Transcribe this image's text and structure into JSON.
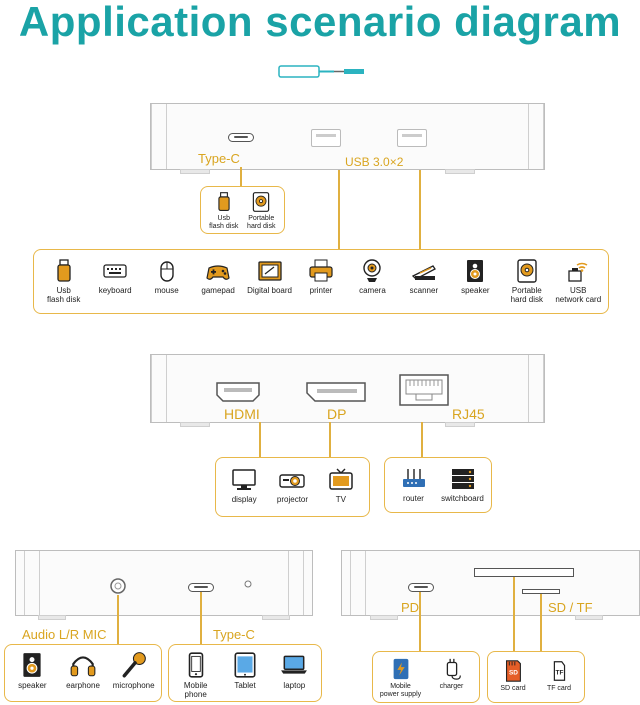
{
  "title": "Application scenario diagram",
  "device1": {
    "typec_label": "Type-C",
    "usb_label": "USB 3.0×2",
    "typec_items": [
      {
        "icon": "usb-flash-disk-icon",
        "label": "Usb\nflash disk"
      },
      {
        "icon": "portable-hard-disk-icon",
        "label": "Portable\nhard disk"
      }
    ],
    "usb_items": [
      {
        "icon": "usb-flash-disk-icon",
        "label": "Usb\nflash disk"
      },
      {
        "icon": "keyboard-icon",
        "label": "keyboard"
      },
      {
        "icon": "mouse-icon",
        "label": "mouse"
      },
      {
        "icon": "gamepad-icon",
        "label": "gamepad"
      },
      {
        "icon": "digital-board-icon",
        "label": "Digital board"
      },
      {
        "icon": "printer-icon",
        "label": "printer"
      },
      {
        "icon": "camera-icon",
        "label": "camera"
      },
      {
        "icon": "scanner-icon",
        "label": "scanner"
      },
      {
        "icon": "speaker-icon",
        "label": "speaker"
      },
      {
        "icon": "portable-hard-disk-icon",
        "label": "Portable\nhard disk"
      },
      {
        "icon": "usb-network-card-icon",
        "label": "USB\nnetwork card"
      }
    ]
  },
  "device2": {
    "hdmi_label": "HDMI",
    "dp_label": "DP",
    "rj45_label": "RJ45",
    "display_items": [
      {
        "icon": "display-icon",
        "label": "display"
      },
      {
        "icon": "projector-icon",
        "label": "projector"
      },
      {
        "icon": "tv-icon",
        "label": "TV"
      }
    ],
    "network_items": [
      {
        "icon": "router-icon",
        "label": "router"
      },
      {
        "icon": "switchboard-icon",
        "label": "switchboard"
      }
    ]
  },
  "device3": {
    "audio_label": "Audio L/R  MIC",
    "typec_label": "Type-C",
    "audio_items": [
      {
        "icon": "speaker-icon",
        "label": "speaker"
      },
      {
        "icon": "earphone-icon",
        "label": "earphone"
      },
      {
        "icon": "microphone-icon",
        "label": "microphone"
      }
    ],
    "typec_items": [
      {
        "icon": "mobile-phone-icon",
        "label": "Mobile\nphone"
      },
      {
        "icon": "tablet-icon",
        "label": "Tablet"
      },
      {
        "icon": "laptop-icon",
        "label": "laptop"
      }
    ]
  },
  "device4": {
    "pd_label": "PD",
    "sd_label": "SD / TF",
    "pd_items": [
      {
        "icon": "mobile-power-supply-icon",
        "label": "Mobile\npower supply"
      },
      {
        "icon": "charger-icon",
        "label": "charger"
      }
    ],
    "sd_items": [
      {
        "icon": "sd-card-icon",
        "label": "SD card"
      },
      {
        "icon": "tf-card-icon",
        "label": "TF card"
      }
    ]
  },
  "colors": {
    "title": "#1aa3a6",
    "accent": "#e8b84a",
    "label": "#d9a520"
  }
}
